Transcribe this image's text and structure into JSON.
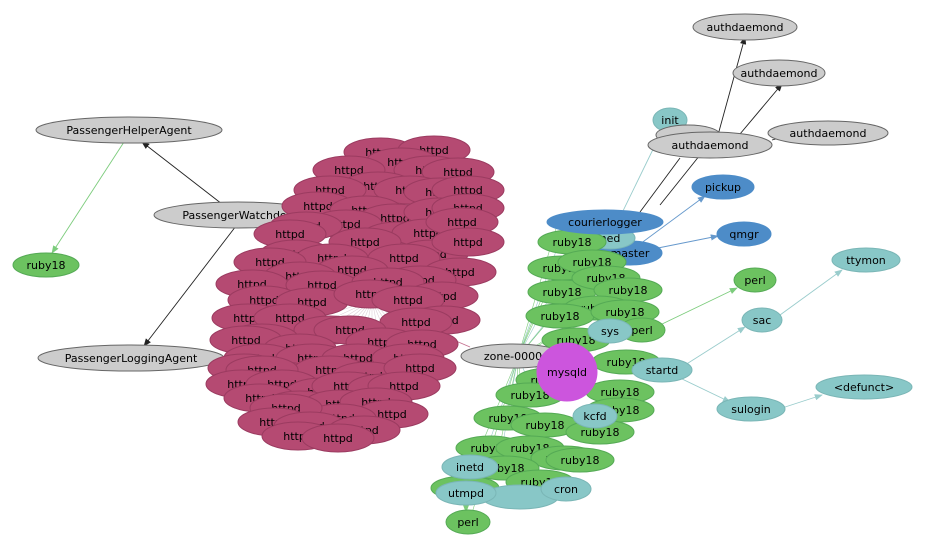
{
  "colors": {
    "gray": "#cccccc",
    "teal": "#88c7c7",
    "green": "#6cc260",
    "blue": "#4d8cc8",
    "crimson": "#b54a72",
    "magenta": "#cc55dd",
    "stroke_dark": "#666666",
    "stroke_teal": "#7ab6b6",
    "stroke_green": "#55aa55",
    "stroke_crimson": "#9b3b60",
    "edge_black": "#222222",
    "edge_green": "#7ccc7c",
    "edge_blue": "#6699cc",
    "edge_teal": "#99cccc",
    "edge_crimson": "#c57090",
    "edge_light": "#ddd0d8"
  },
  "nodes": {
    "passenger_helper_agent": "PassengerHelperAgent",
    "passenger_watchdog": "PassengerWatchdog",
    "passenger_logging_agent": "PassengerLoggingAgent",
    "ruby18_left": "ruby18",
    "zone": "zone-0000",
    "mysqld": "mysqld",
    "authdaemond_1": "authdaemond",
    "authdaemond_2": "authdaemond",
    "authdaemond_3": "authdaemond",
    "authdaemond_4": "authdaemond",
    "init": "init",
    "courierlogger": "courierlogger",
    "pickup": "pickup",
    "qmgr": "qmgr",
    "master": "master",
    "ned": "ned",
    "perl_1": "perl",
    "perl_2": "perl",
    "perl_3": "perl",
    "ttymon": "ttymon",
    "sac": "sac",
    "sulogin": "sulogin",
    "defunct": "<defunct>",
    "startd": "startd",
    "kcfd": "kcfd",
    "inetd": "inetd",
    "utmpd": "utmpd",
    "cron": "cron",
    "sys": "sys",
    "ruby18": "ruby18",
    "httpd": "httpd"
  }
}
